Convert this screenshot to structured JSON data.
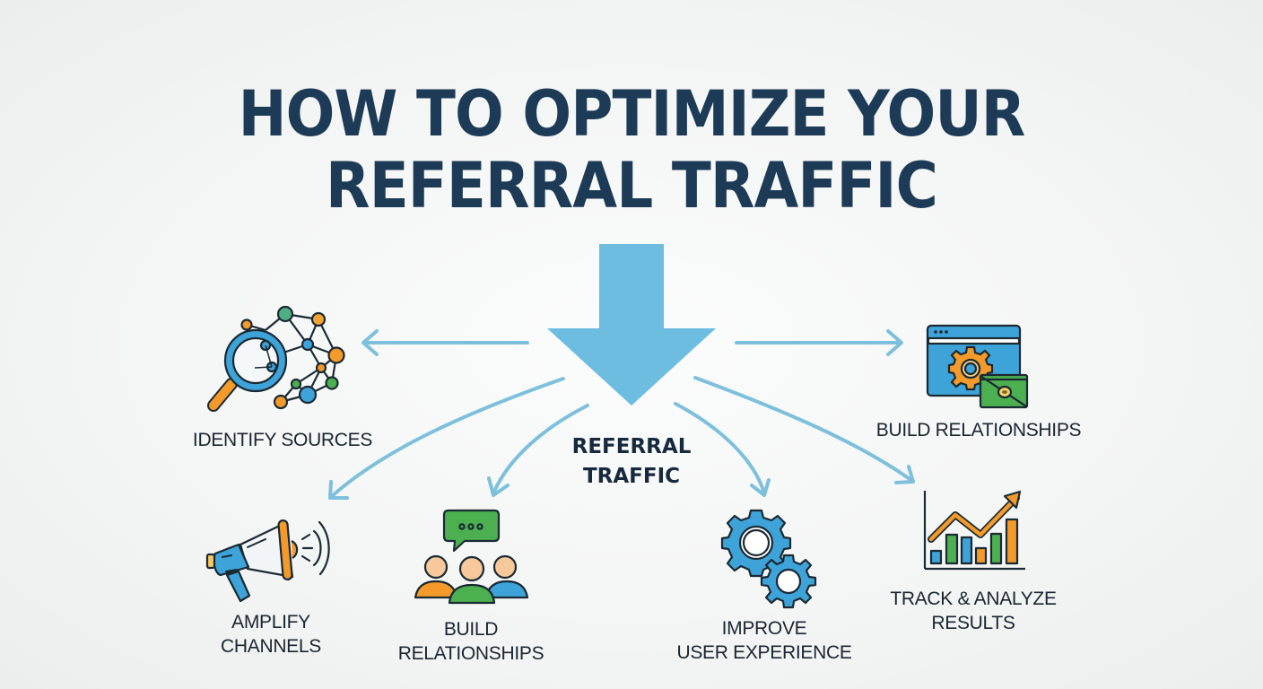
{
  "title": {
    "line1": "HOW TO OPTIMIZE YOUR",
    "line2": "REFERRAL TRAFFIC"
  },
  "center": {
    "line1": "REFERRAL",
    "line2": "TRAFFIC",
    "arrow_icon": "down-arrow-icon"
  },
  "steps": [
    {
      "id": "identify-sources",
      "line1": "IDENTIFY SOURCES",
      "line2": "",
      "icon": "magnifier-network-icon"
    },
    {
      "id": "build-relationships-top",
      "line1": "BUILD RELATIONSHIPS",
      "line2": "",
      "icon": "browser-gear-envelope-icon"
    },
    {
      "id": "amplify-channels",
      "line1": "AMPLIFY",
      "line2": "CHANNELS",
      "icon": "megaphone-icon"
    },
    {
      "id": "build-relationships-bottom",
      "line1": "BUILD",
      "line2": "RELATIONSHIPS",
      "icon": "people-chat-icon"
    },
    {
      "id": "improve-user-experience",
      "line1": "IMPROVE",
      "line2": "USER EXPERIENCE",
      "icon": "gears-icon"
    },
    {
      "id": "track-analyze-results",
      "line1": "TRACK & ANALYZE",
      "line2": "RESULTS",
      "icon": "bar-chart-trend-icon"
    }
  ],
  "colors": {
    "title": "#1d3b57",
    "arrow": "#6cbde0",
    "connector": "#7ec0dc",
    "blue": "#3ea3d8",
    "orange": "#f39a2a",
    "green": "#4caf50",
    "skin": "#f7c89a",
    "outline": "#1a2a33"
  }
}
